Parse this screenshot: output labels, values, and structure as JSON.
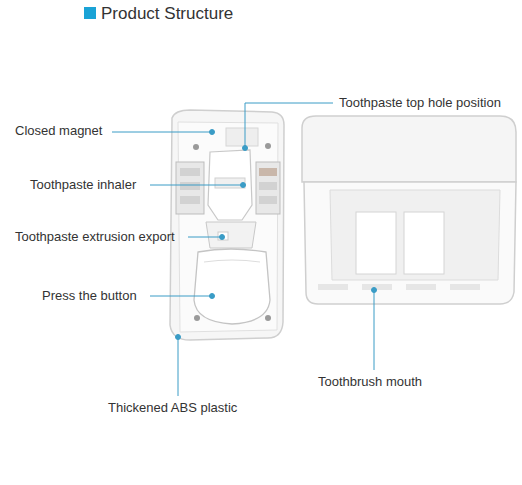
{
  "diagram": {
    "title": "Product Structure",
    "labels": [
      "Toothpaste top hole position",
      "Closed magnet",
      "Toothpaste inhaler",
      "Toothpaste extrusion export",
      "Press the button",
      "Toothbrush mouth",
      "Thickened ABS plastic"
    ]
  }
}
